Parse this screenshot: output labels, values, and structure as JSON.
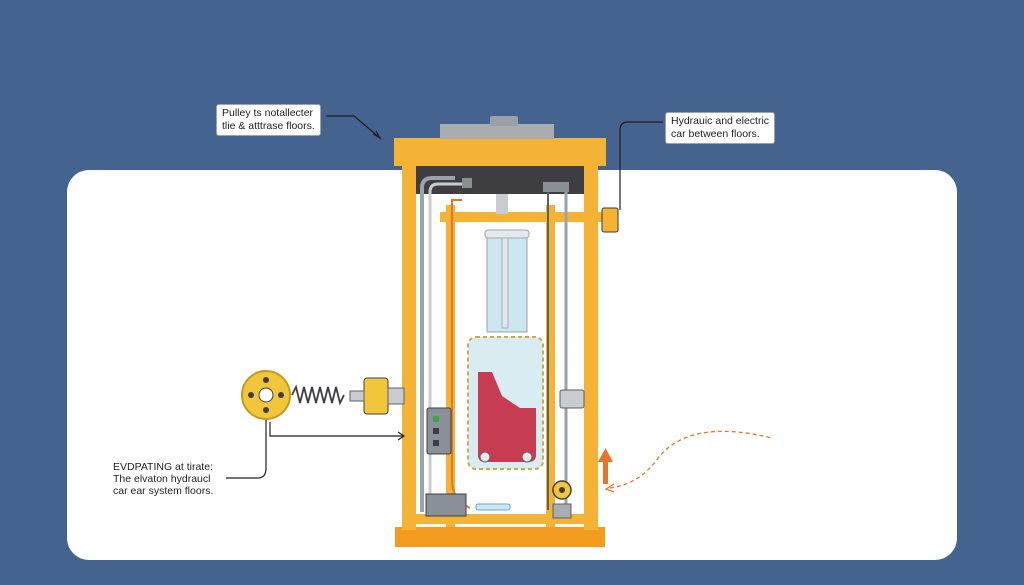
{
  "labels": {
    "pulley": {
      "line1": "Pulley ts notallecter",
      "line2": "tlie & atttrase floors."
    },
    "hydraulic": {
      "line1": "Hydrauic and electric",
      "line2": "car between floors."
    },
    "evdpating": {
      "line1": "EVDPATING at tirate:",
      "line2": "The elvaton hydraucl",
      "line3": "car ear system floors."
    }
  },
  "colors": {
    "background": "#44638e",
    "panel": "#ffffff",
    "frame": "#f5b335",
    "frame_base": "#f39c1f",
    "head_block": "#3e3e42",
    "fluid": "#c83c52",
    "tank": "#d8ecf2",
    "cylinder": "#cde7f0",
    "arrow": "#e8742a",
    "gear": "#f2c63a"
  },
  "icons": [
    "pulley-gear-icon",
    "valve-gear-icon",
    "up-arrow-icon",
    "control-box-icon"
  ]
}
